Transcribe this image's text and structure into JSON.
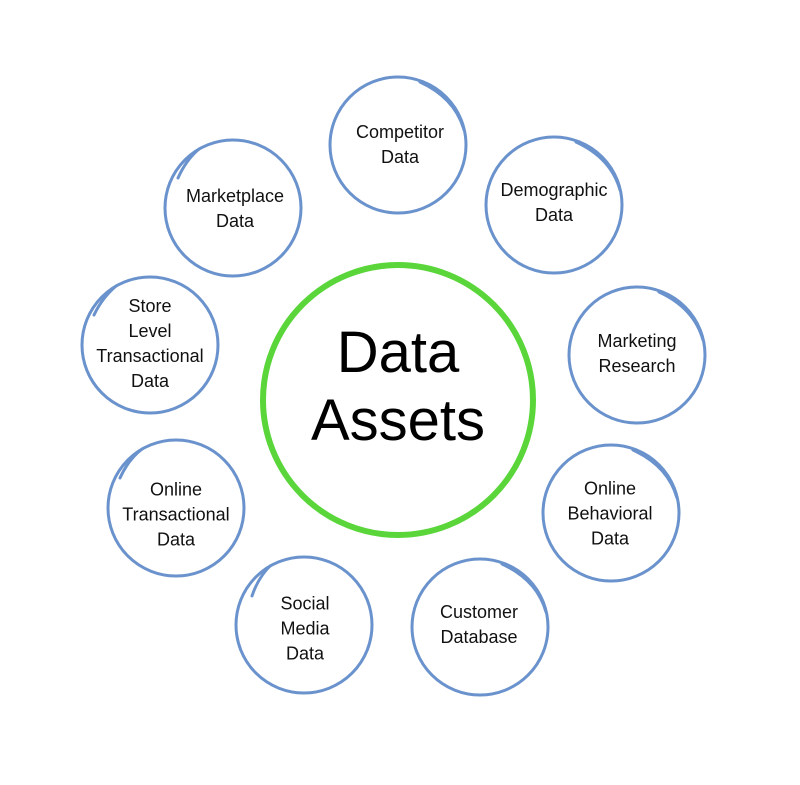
{
  "center": {
    "label": "Data\nAssets",
    "ring_color": "#5ad63a"
  },
  "satellite_ring_color": "#6a92cc",
  "satellites": [
    {
      "id": "competitor-data",
      "label": "Competitor\nData"
    },
    {
      "id": "demographic-data",
      "label": "Demographic\nData"
    },
    {
      "id": "marketing-research",
      "label": "Marketing\nResearch"
    },
    {
      "id": "online-behavioral-data",
      "label": "Online\nBehavioral\nData"
    },
    {
      "id": "customer-database",
      "label": "Customer\nDatabase"
    },
    {
      "id": "social-media-data",
      "label": "Social\nMedia\nData"
    },
    {
      "id": "online-transactional-data",
      "label": "Online\nTransactional\nData"
    },
    {
      "id": "store-level-transactional-data",
      "label": "Store\nLevel\nTransactional\nData"
    },
    {
      "id": "marketplace-data",
      "label": "Marketplace\nData"
    }
  ]
}
